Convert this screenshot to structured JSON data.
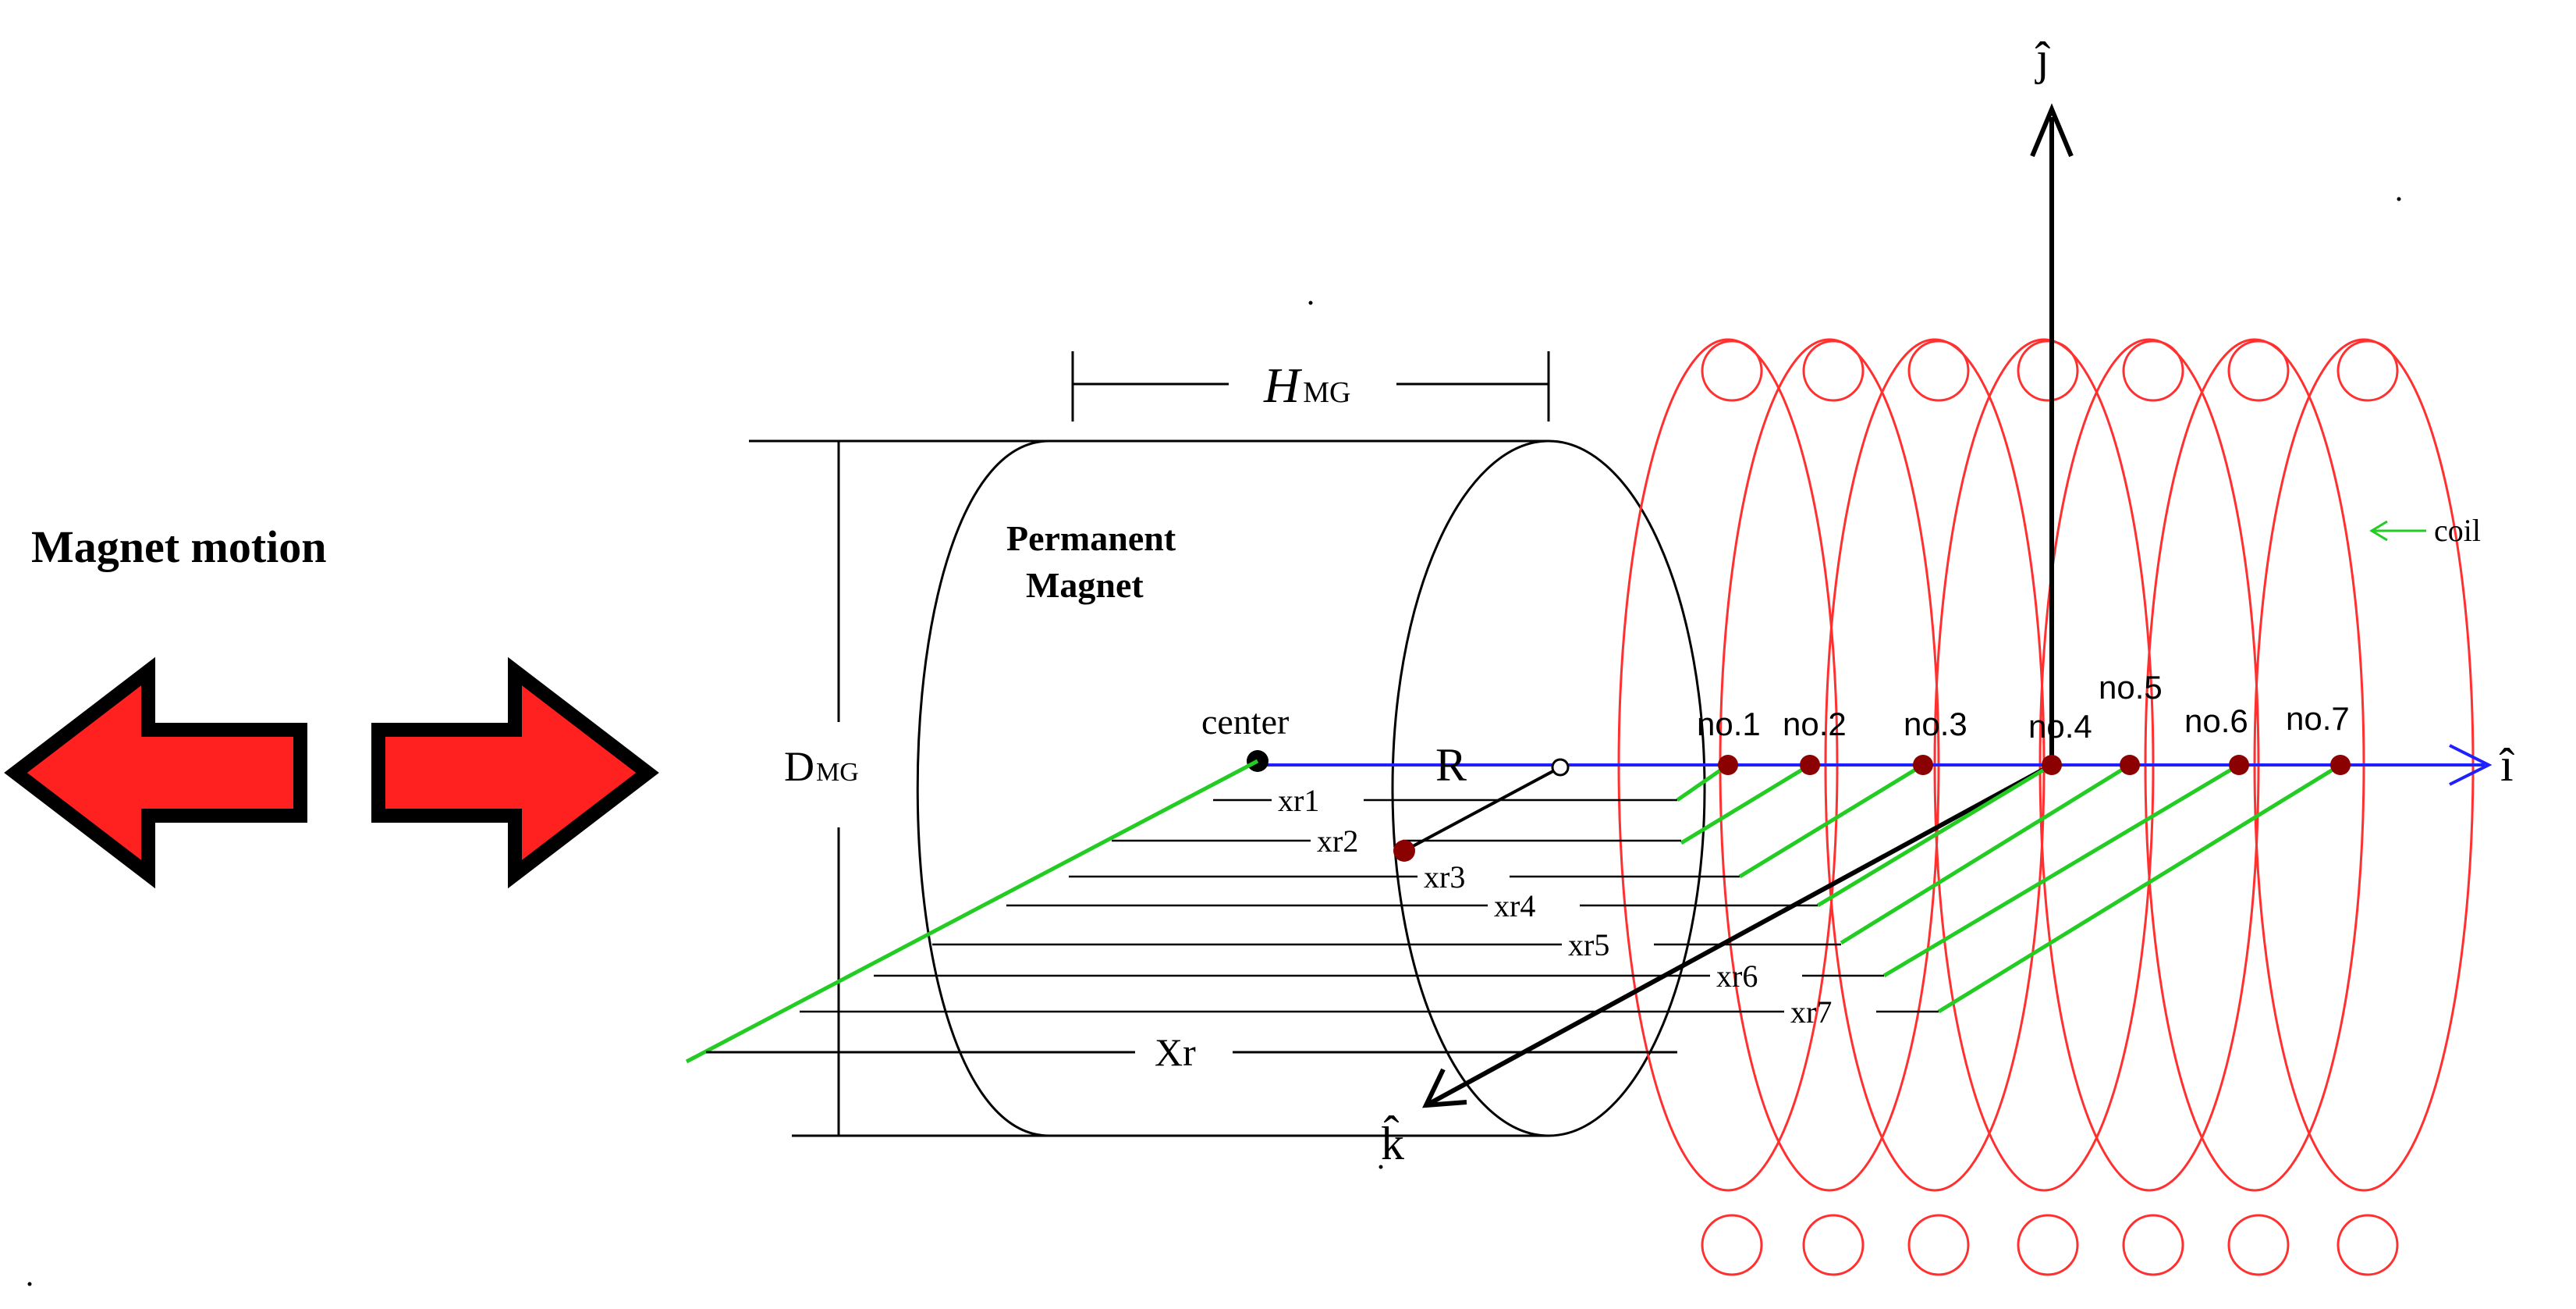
{
  "labels": {
    "magnet_motion": "Magnet motion",
    "permanent_line1": "Permanent",
    "permanent_line2": "Magnet",
    "h_letter": "H",
    "h_sub": "MG",
    "d_letter": "D",
    "d_sub": "MG",
    "center": "center",
    "radius": "R",
    "coil": "coil",
    "axis_i": "î",
    "axis_j": "ĵ",
    "axis_k": "k̂",
    "xr_main": "Xr"
  },
  "points": [
    "no.1",
    "no.2",
    "no.3",
    "no.4",
    "no.5",
    "no.6",
    "no.7"
  ],
  "distances": [
    "xr1",
    "xr2",
    "xr3",
    "xr4",
    "xr5",
    "xr6",
    "xr7"
  ],
  "colors": {
    "arrow_fill": "#ff2020",
    "arrow_outline": "#000000",
    "coil": "#ff3030",
    "axis_i": "#2020ff",
    "projection": "#22cc22",
    "point": "#8b0000",
    "line": "#000000",
    "coil_pointer": "#22cc22"
  }
}
